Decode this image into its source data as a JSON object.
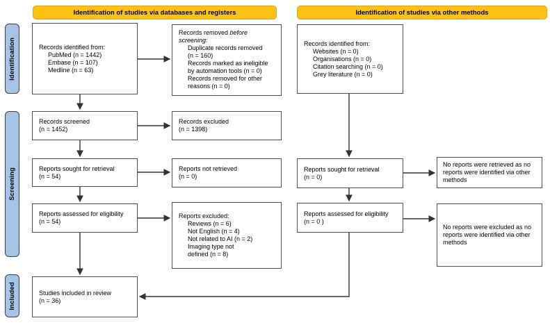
{
  "colors": {
    "header_bg": "#FFC112",
    "header_border": "#DFA21C",
    "sidebar_bg": "#A7C4E6",
    "box_border": "#4d4d4d",
    "arrow": "#333333"
  },
  "headers": {
    "databases": "Identification of studies via databases and registers",
    "other": "Identification of studies via other methods"
  },
  "sidebar": {
    "identification": "Identification",
    "screening": "Screening",
    "included": "Included"
  },
  "boxes": {
    "records_identified_db": {
      "lines": [
        "Records identified from:",
        "PubMed (n = 1442)",
        "Embase (n = 107)",
        "Medline (n = 63)"
      ]
    },
    "records_removed": {
      "l1_normal": "Records removed ",
      "l1_italic": "before",
      "l2_italic": "screening",
      "l2_suffix": ":",
      "items": [
        "Duplicate records removed",
        "(n = 160)",
        "Records marked as ineligible",
        "by automation tools (n = 0)",
        "Records removed for other",
        "reasons (n = 0)"
      ]
    },
    "records_screened": {
      "lines": [
        "Records screened",
        "(n = 1452)"
      ]
    },
    "records_excluded": {
      "lines": [
        "Records excluded",
        "(n = 1398)"
      ]
    },
    "reports_sought_db": {
      "lines": [
        "Reports sought for retrieval",
        "(n = 54)"
      ]
    },
    "reports_not_retrieved": {
      "lines": [
        "Reports not retrieved",
        "(n = 0)"
      ]
    },
    "reports_assessed_db": {
      "lines": [
        "Reports assessed for eligibility",
        "(n = 54)"
      ]
    },
    "reports_excluded": {
      "lines": [
        "Reports excluded:",
        "Reviews (n = 6)",
        "Not English (n = 4)",
        "Not related to AI (n = 2)",
        "Imaging type not",
        "defined (n = 8)"
      ]
    },
    "studies_included": {
      "lines": [
        "Studies included in review",
        "(n = 36)"
      ]
    },
    "records_identified_other": {
      "lines": [
        "Records identified from:",
        "Websites (n = 0)",
        "Organisations (n = 0)",
        "Citation searching (n = 0)",
        "Grey literature (n = 0)"
      ]
    },
    "reports_sought_other": {
      "lines": [
        "Reports sought for retrieval",
        "(n = 0)"
      ]
    },
    "no_reports_retrieved": {
      "text": "No reports were retrieved as no reports were identified via other methods"
    },
    "reports_assessed_other": {
      "lines": [
        "Reports assessed for eligibility",
        "(n = 0 )"
      ]
    },
    "no_reports_excluded": {
      "text": "No reports were excluded as no reports were identified via other methods"
    }
  }
}
